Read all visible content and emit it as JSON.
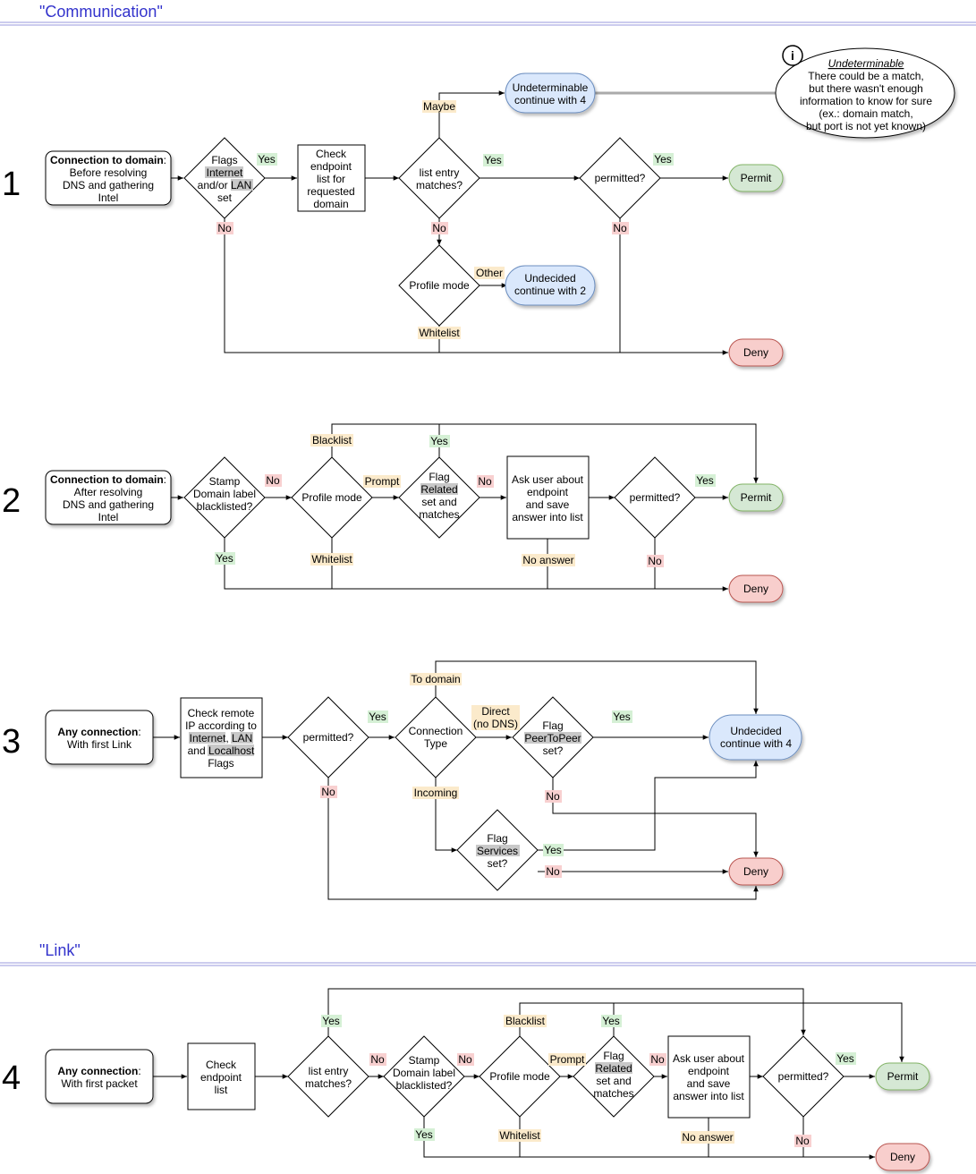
{
  "sections": {
    "communication": "\"Communication\"",
    "link": "\"Link\""
  },
  "rows": {
    "r1": "1",
    "r2": "2",
    "r3": "3",
    "r4": "4"
  },
  "colors": {
    "rule": "#9999dd",
    "permit_fill": "#d5e8d4",
    "deny_fill": "#f8cecc",
    "undecided_fill": "#dae8fc",
    "yes_label": "#d5f0d5",
    "no_label": "#f8d0d0",
    "other_label": "#fbeacb",
    "highlight": "#c8c8c8"
  },
  "info_box": {
    "icon": "info-icon",
    "glyph": "i",
    "title": "Undeterminable",
    "lines": [
      "There could be a match,",
      "but there wasn't enough",
      "information to know for sure",
      "(ex.: domain match,",
      "but port is not yet known)"
    ]
  },
  "row1": {
    "start": {
      "bold": "Connection to domain",
      "rest": ":",
      "lines": [
        "Before resolving",
        "DNS and gathering",
        "Intel"
      ]
    },
    "flags": [
      "Flags",
      "Internet",
      "and/or LAN",
      "set"
    ],
    "check": [
      "Check",
      "endpoint",
      "list for",
      "requested",
      "domain"
    ],
    "list_entry": [
      "list entry",
      "matches?"
    ],
    "permitted": "permitted?",
    "profile": "Profile mode",
    "undeterminable": [
      "Undeterminable",
      "continue with 4"
    ],
    "undecided": [
      "Undecided",
      "continue with 2"
    ],
    "permit": "Permit",
    "deny": "Deny",
    "labels": {
      "flags_yes": "Yes",
      "flags_no": "No",
      "maybe": "Maybe",
      "list_yes": "Yes",
      "list_no": "No",
      "perm_yes": "Yes",
      "perm_no": "No",
      "other": "Other",
      "whitelist": "Whitelist"
    }
  },
  "row2": {
    "start": {
      "bold": "Connection to domain",
      "rest": ":",
      "lines": [
        "After resolving",
        "DNS and gathering",
        "Intel"
      ]
    },
    "stamp": [
      "Stamp",
      "Domain label",
      "blacklisted?"
    ],
    "profile": "Profile mode",
    "flag_related": [
      "Flag",
      "Related",
      "set and",
      "matches"
    ],
    "ask": [
      "Ask user about",
      "endpoint",
      "and save",
      "answer into list"
    ],
    "permitted": "permitted?",
    "permit": "Permit",
    "deny": "Deny",
    "labels": {
      "stamp_no": "No",
      "stamp_yes": "Yes",
      "blacklist": "Blacklist",
      "prompt": "Prompt",
      "whitelist": "Whitelist",
      "related_yes": "Yes",
      "related_no": "No",
      "no_answer": "No answer",
      "perm_yes": "Yes",
      "perm_no": "No"
    }
  },
  "row3": {
    "start": {
      "bold": "Any connection",
      "rest": ":",
      "lines": [
        "With first Link"
      ]
    },
    "check": [
      "Check remote",
      "IP according to",
      "Internet, LAN",
      "and Localhost",
      "Flags"
    ],
    "permitted": "permitted?",
    "conn_type": [
      "Connection",
      "Type"
    ],
    "p2p": [
      "Flag",
      "PeerToPeer",
      "set?"
    ],
    "services": [
      "Flag",
      "Services",
      "set?"
    ],
    "undecided": [
      "Undecided",
      "continue with 4"
    ],
    "deny": "Deny",
    "labels": {
      "perm_yes": "Yes",
      "perm_no": "No",
      "to_domain": "To domain",
      "direct": "Direct",
      "no_dns": "(no DNS)",
      "incoming": "Incoming",
      "p2p_yes": "Yes",
      "p2p_no": "No",
      "svc_yes": "Yes",
      "svc_no": "No"
    }
  },
  "row4": {
    "start": {
      "bold": "Any connection",
      "rest": ":",
      "lines": [
        "With first packet"
      ]
    },
    "check": [
      "Check",
      "endpoint",
      "list"
    ],
    "list_entry": [
      "list entry",
      "matches?"
    ],
    "stamp": [
      "Stamp",
      "Domain label",
      "blacklisted?"
    ],
    "profile": "Profile mode",
    "flag_related": [
      "Flag",
      "Related",
      "set and",
      "matches"
    ],
    "ask": [
      "Ask user about",
      "endpoint",
      "and save",
      "answer into list"
    ],
    "permitted": "permitted?",
    "permit": "Permit",
    "deny": "Deny",
    "labels": {
      "list_yes": "Yes",
      "list_no": "No",
      "stamp_no": "No",
      "stamp_yes": "Yes",
      "blacklist": "Blacklist",
      "prompt": "Prompt",
      "whitelist": "Whitelist",
      "related_yes": "Yes",
      "related_no": "No",
      "no_answer": "No answer",
      "perm_yes": "Yes",
      "perm_no": "No"
    }
  }
}
